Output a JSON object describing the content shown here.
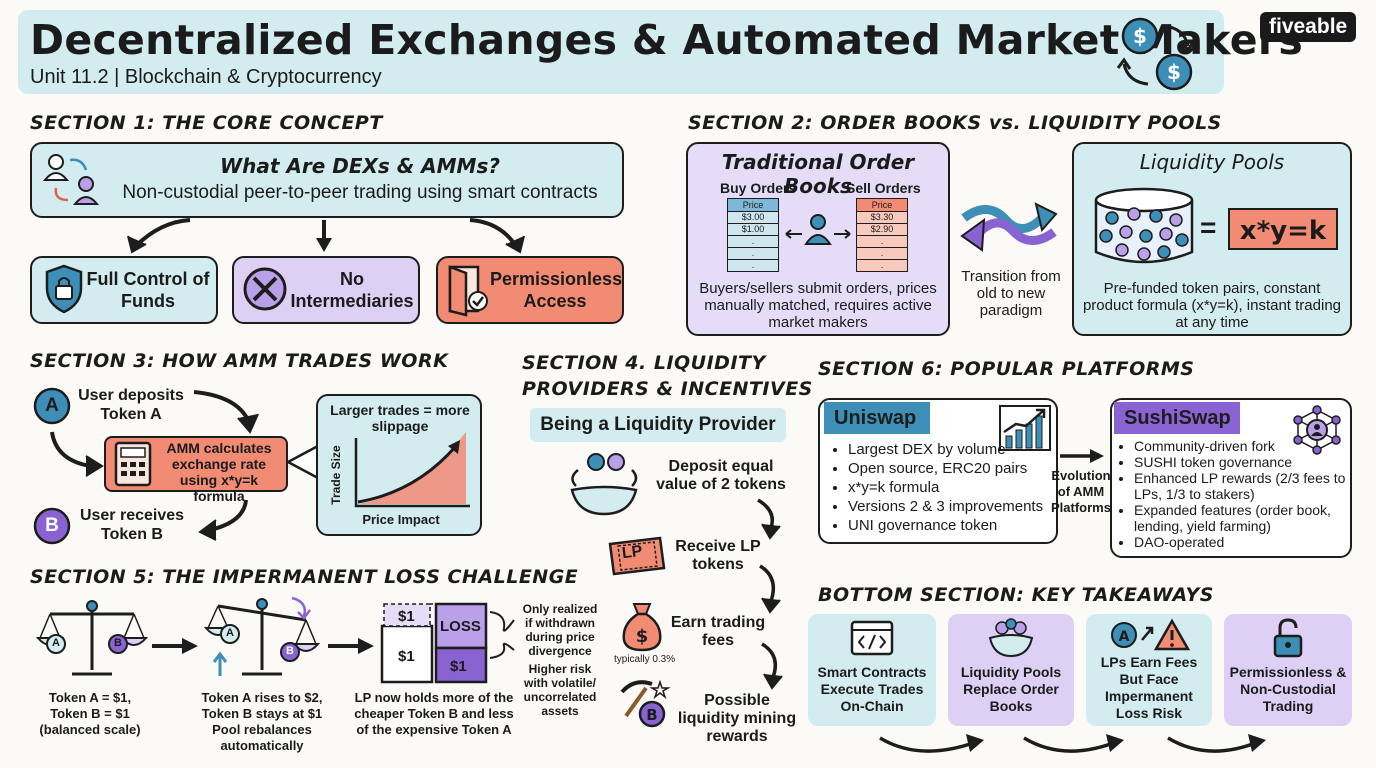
{
  "header": {
    "title": "Decentralized Exchanges & Automated Market Makers",
    "subtitle": "Unit 11.2 | Blockchain & Cryptocurrency",
    "brand": "fiveable",
    "icon": "currency-exchange-icon"
  },
  "colors": {
    "teal": "#d3ecef",
    "purple": "#ddd0f4",
    "coral": "#f28b74",
    "dark_purple": "#8a63d2",
    "blue": "#3d8fb8"
  },
  "section1": {
    "heading": "SECTION 1: THE CORE CONCEPT",
    "box_title": "What Are DEXs & AMMs?",
    "box_text": "Non-custodial peer-to-peer trading using smart contracts",
    "items": [
      {
        "label": "Full Control of Funds",
        "icon": "shield-lock-icon"
      },
      {
        "label": "No Intermediaries",
        "icon": "no-symbol-icon"
      },
      {
        "label": "Permissionless Access",
        "icon": "open-door-icon"
      }
    ]
  },
  "section2": {
    "heading": "SECTION 2: ORDER BOOKS vs. LIQUIDITY POOLS",
    "order_books": {
      "title": "Traditional Order Books",
      "buy_label": "Buy Orders",
      "sell_label": "Sell Orders",
      "buy_header": "Price",
      "buy_rows": [
        "$3.00",
        "$1.00",
        ".",
        ".",
        "."
      ],
      "sell_header": "Price",
      "sell_rows": [
        "$3.30",
        "$2.90",
        ".",
        ".",
        "."
      ],
      "text": "Buyers/sellers submit orders, prices manually matched, requires active market makers"
    },
    "transition": "Transition from old to new paradigm",
    "pools": {
      "title": "Liquidity Pools",
      "formula": "x*y=k",
      "equals": "=",
      "text": "Pre-funded token pairs, constant product formula (x*y=k), instant trading at any time"
    }
  },
  "section3": {
    "heading": "SECTION 3: HOW AMM TRADES WORK",
    "token_a": "A",
    "token_b": "B",
    "step1": "User deposits Token A",
    "step2": "AMM calculates exchange rate using x*y=k formula",
    "step3": "User receives Token B",
    "chart_note": "Larger trades = more slippage",
    "chart_ylabel": "Trade Size",
    "chart_xlabel": "Price Impact"
  },
  "section4": {
    "heading_line1": "SECTION 4. LIQUIDITY",
    "heading_line2": "PROVIDERS & INCENTIVES",
    "banner": "Being a Liquidity Provider",
    "steps": [
      {
        "label": "Deposit equal value of 2 tokens",
        "icon": "token-bowl-icon"
      },
      {
        "label": "Receive LP tokens",
        "icon": "lp-ticket-icon",
        "badge": "LP"
      },
      {
        "label": "Earn trading fees",
        "icon": "money-bag-icon",
        "note": "typically 0.3%"
      },
      {
        "label": "Possible liquidity mining rewards",
        "icon": "pickaxe-icon"
      }
    ]
  },
  "section5": {
    "heading": "SECTION 5: THE IMPERMANENT LOSS CHALLENGE",
    "scale1_caption": "Token A = $1, Token B = $1 (balanced scale)",
    "scale2_caption": "Token A rises to $2, Token B stays at $1 Pool rebalances automatically",
    "lp_caption": "LP now holds more of the cheaper Token B and less of the expensive Token A",
    "bar_labels": {
      "left_top": "$1",
      "left_bottom": "$1",
      "loss": "LOSS",
      "right_bottom": "$1"
    },
    "note1": "Only realized if withdrawn during price divergence",
    "note2": "Higher risk with volatile/ uncorrelated assets",
    "token_a": "A",
    "token_b": "B"
  },
  "section6": {
    "heading": "SECTION 6: POPULAR PLATFORMS",
    "uniswap": {
      "name": "Uniswap",
      "bullets": [
        "Largest DEX by volume",
        "Open source, ERC20 pairs",
        "x*y=k formula",
        "Versions 2 & 3 improvements",
        "UNI governance token"
      ]
    },
    "evolution": "Evolution of AMM Platforms",
    "sushiswap": {
      "name": "SushiSwap",
      "bullets": [
        "Community-driven fork",
        "SUSHI token governance",
        "Enhanced LP rewards (2/3 fees to LPs, 1/3 to stakers)",
        "Expanded features (order book, lending, yield farming)",
        "DAO-operated"
      ]
    }
  },
  "takeaways": {
    "heading": "BOTTOM SECTION: KEY TAKEAWAYS",
    "items": [
      {
        "label": "Smart Contracts Execute Trades On-Chain",
        "icon": "code-window-icon"
      },
      {
        "label": "Liquidity Pools Replace Order Books",
        "icon": "pool-bowl-icon"
      },
      {
        "label": "LPs Earn Fees But Face Impermanent Loss Risk",
        "icon": "warning-icon"
      },
      {
        "label": "Permissionless & Non-Custodial Trading",
        "icon": "unlock-icon"
      }
    ]
  }
}
